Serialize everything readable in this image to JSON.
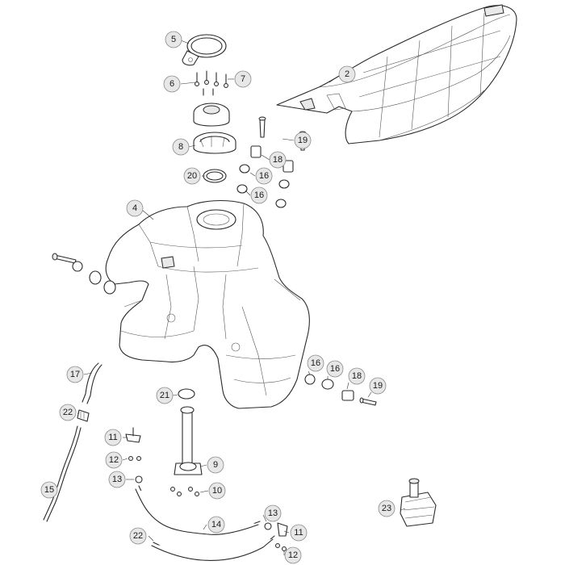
{
  "callouts": [
    {
      "label": "5"
    },
    {
      "label": "6"
    },
    {
      "label": "7"
    },
    {
      "label": "2"
    },
    {
      "label": "8"
    },
    {
      "label": "19"
    },
    {
      "label": "18"
    },
    {
      "label": "20"
    },
    {
      "label": "16"
    },
    {
      "label": "16"
    },
    {
      "label": "4"
    },
    {
      "label": "16"
    },
    {
      "label": "16"
    },
    {
      "label": "18"
    },
    {
      "label": "19"
    },
    {
      "label": "17"
    },
    {
      "label": "21"
    },
    {
      "label": "22"
    },
    {
      "label": "11"
    },
    {
      "label": "9"
    },
    {
      "label": "12"
    },
    {
      "label": "13"
    },
    {
      "label": "10"
    },
    {
      "label": "15"
    },
    {
      "label": "23"
    },
    {
      "label": "13"
    },
    {
      "label": "14"
    },
    {
      "label": "11"
    },
    {
      "label": "22"
    },
    {
      "label": "12"
    }
  ]
}
